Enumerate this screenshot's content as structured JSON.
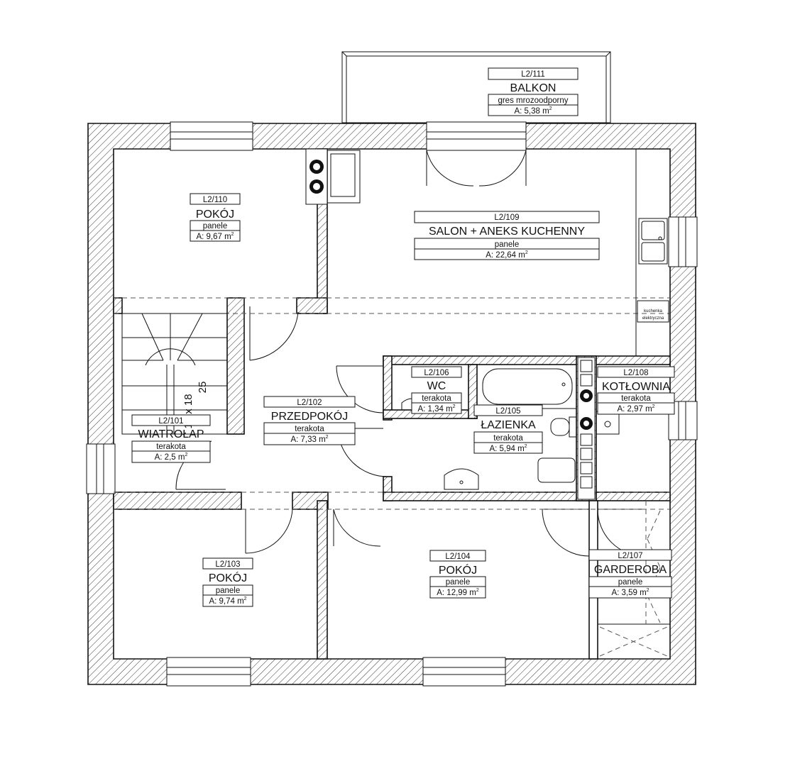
{
  "rooms": {
    "r101": {
      "id": "L2/101",
      "name": "WIATROŁAP",
      "finish": "terakota",
      "area": "A: 2,5 m",
      "area_unit": "2"
    },
    "r102": {
      "id": "L2/102",
      "name": "PRZEDPOKÓJ",
      "finish": "terakota",
      "area": "A: 7,33 m",
      "area_unit": "2"
    },
    "r103": {
      "id": "L2/103",
      "name": "POKÓJ",
      "finish": "panele",
      "area": "A: 9,74 m",
      "area_unit": "2"
    },
    "r104": {
      "id": "L2/104",
      "name": "POKÓJ",
      "finish": "panele",
      "area": "A: 12,99 m",
      "area_unit": "2"
    },
    "r105": {
      "id": "L2/105",
      "name": "ŁAZIENKA",
      "finish": "terakota",
      "area": "A: 5,94 m",
      "area_unit": "2"
    },
    "r106": {
      "id": "L2/106",
      "name": "WC",
      "finish": "terakota",
      "area": "A: 1,34 m",
      "area_unit": "2"
    },
    "r107": {
      "id": "L2/107",
      "name": "GARDEROBA",
      "finish": "panele",
      "area": "A: 3,59 m",
      "area_unit": "2"
    },
    "r108": {
      "id": "L2/108",
      "name": "KOTŁOWNIA",
      "finish": "terakota",
      "area": "A: 2,97 m",
      "area_unit": "2"
    },
    "r109": {
      "id": "L2/109",
      "name": "SALON + ANEKS KUCHENNY",
      "finish": "panele",
      "area": "A: 22,64 m",
      "area_unit": "2"
    },
    "r110": {
      "id": "L2/110",
      "name": "POKÓJ",
      "finish": "panele",
      "area": "A: 9,67 m",
      "area_unit": "2"
    },
    "r111": {
      "id": "L2/111",
      "name": "BALKON",
      "finish": "gres mrozoodporny",
      "area": "A: 5,38 m",
      "area_unit": "2"
    }
  },
  "stairs": {
    "steps": "17 x 18",
    "tread": "25"
  },
  "appliances": {
    "cooktop_line1": "kuchenka",
    "cooktop_line2": "elektryczna"
  }
}
